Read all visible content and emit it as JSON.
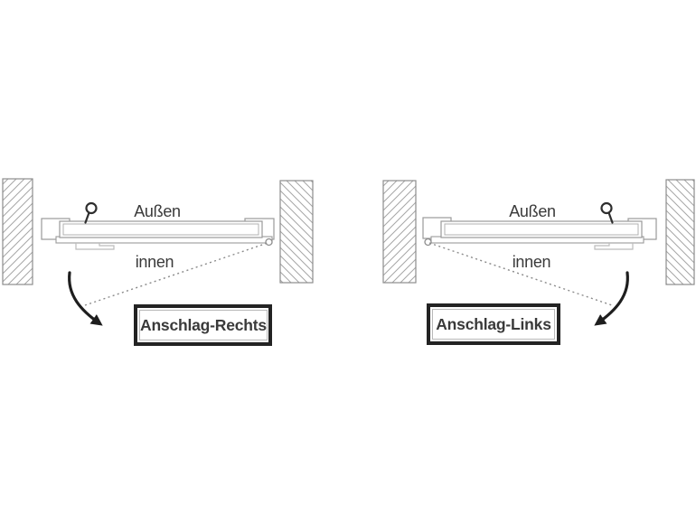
{
  "colors": {
    "background": "#ffffff",
    "line": "#909090",
    "line_light": "#b8b8b8",
    "hatch": "#a6a6a6",
    "dark": "#1e1e1e",
    "text": "#3a3a3a",
    "caption_border": "#232323"
  },
  "diagrams": [
    {
      "outside_label": "Außen",
      "inside_label": "innen",
      "caption": "Anschlag-Rechts"
    },
    {
      "outside_label": "Außen",
      "inside_label": "innen",
      "caption": "Anschlag-Links"
    }
  ]
}
